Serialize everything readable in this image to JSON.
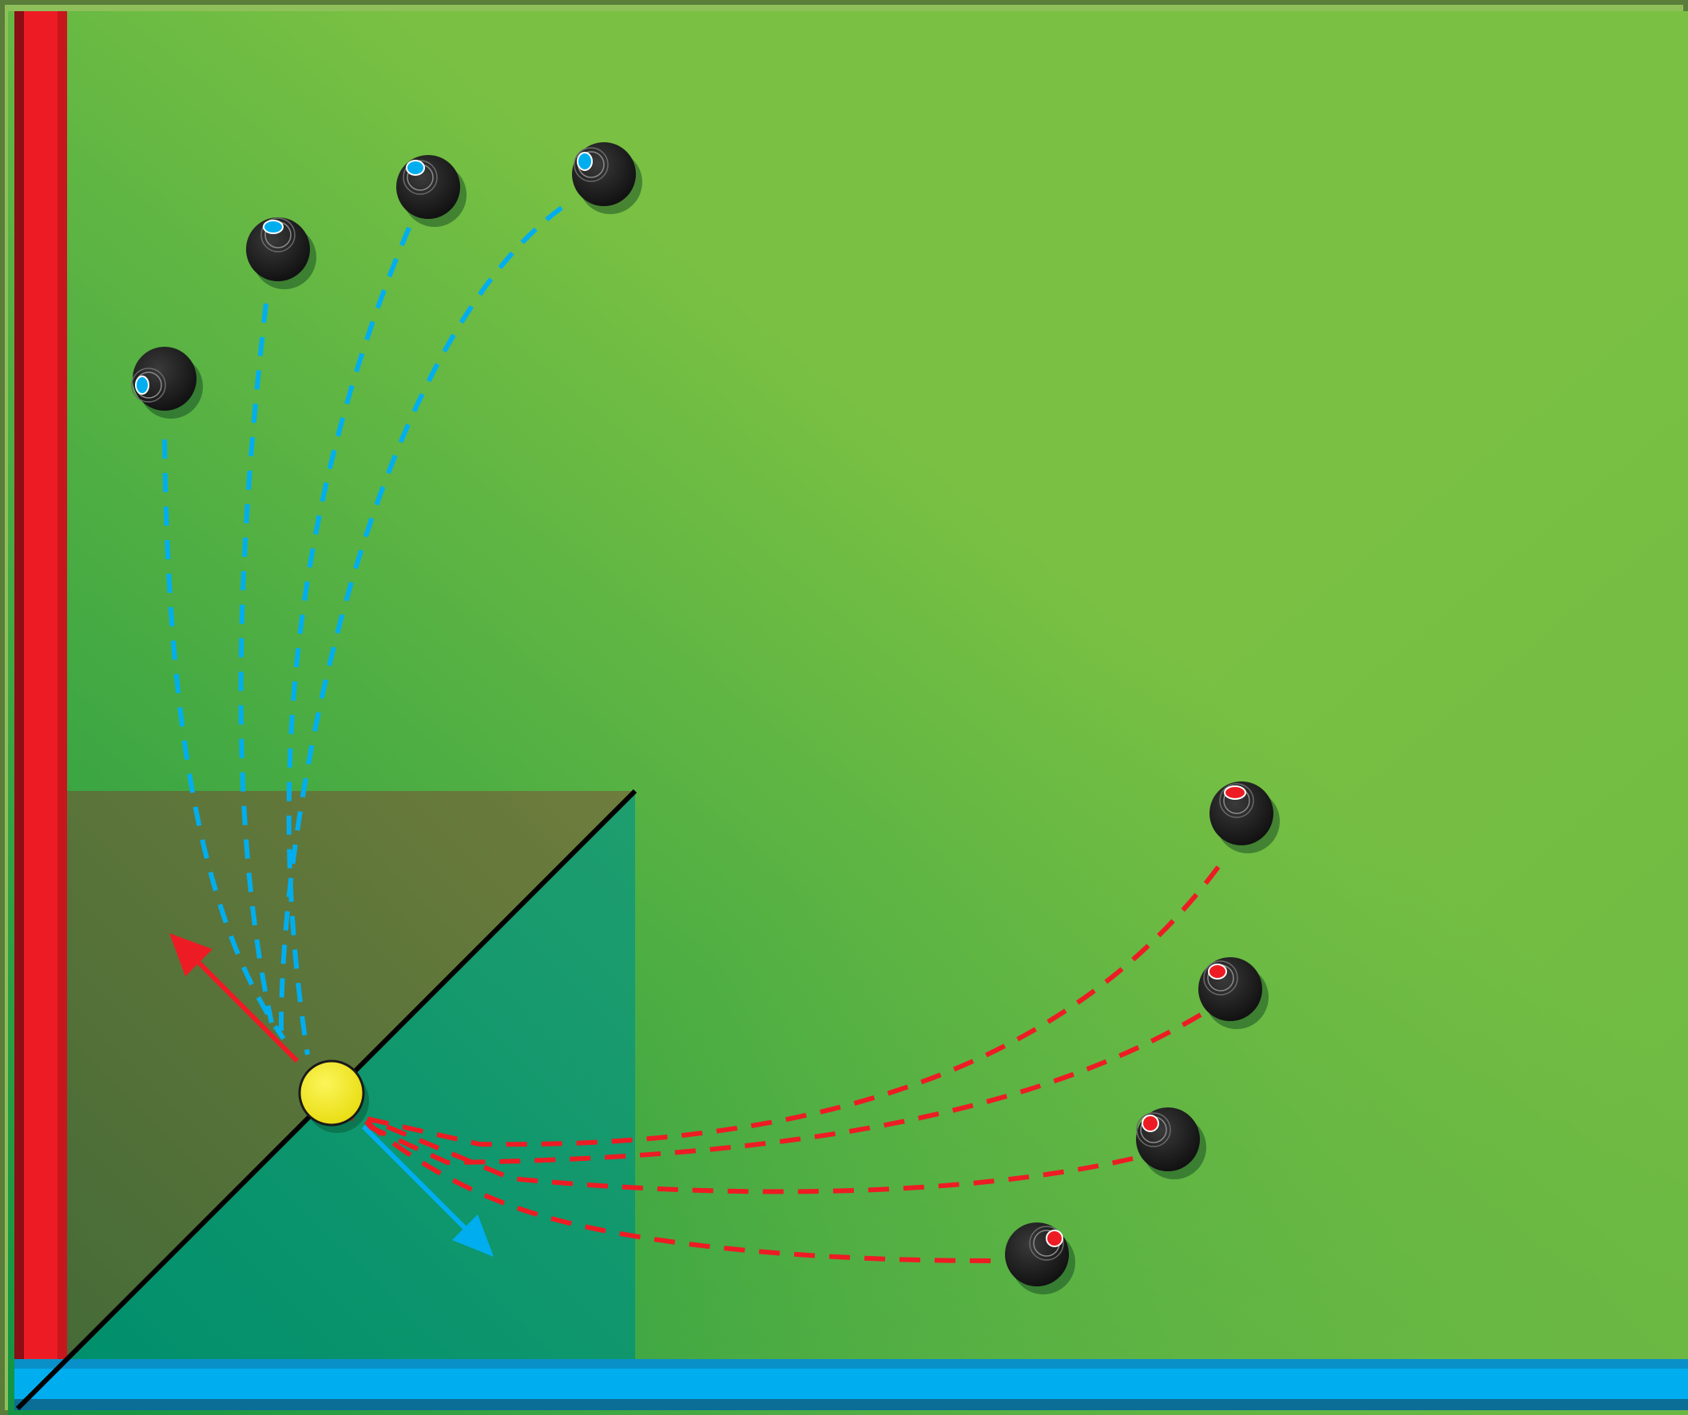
{
  "diagram": {
    "colors": {
      "green_light": "#7ac143",
      "green_dark": "#129443",
      "frame": "#5a7d3a",
      "left_rail": "#ed1c24",
      "left_rail_dark": "#8b0f14",
      "bottom_rail": "#00aeef",
      "bottom_rail_dark": "#0a84b8",
      "upper_triangle": "#6b7b3a",
      "lower_triangle": "#0a9a72",
      "diagonal": "#000000",
      "jack": "#f2ec1a",
      "bowl": "#1b1b1b",
      "blue_player": "#00aeef",
      "red_player": "#ed1c24"
    },
    "jack": {
      "name": "jack",
      "color": "yellow"
    },
    "blue_bowls": [
      {
        "id": "blue-1"
      },
      {
        "id": "blue-2"
      },
      {
        "id": "blue-3"
      },
      {
        "id": "blue-4"
      }
    ],
    "red_bowls": [
      {
        "id": "red-1"
      },
      {
        "id": "red-2"
      },
      {
        "id": "red-3"
      },
      {
        "id": "red-4"
      }
    ],
    "arrows": [
      {
        "id": "red-arrow",
        "direction": "up-left",
        "color": "red"
      },
      {
        "id": "blue-arrow",
        "direction": "down-right",
        "color": "blue"
      }
    ]
  }
}
